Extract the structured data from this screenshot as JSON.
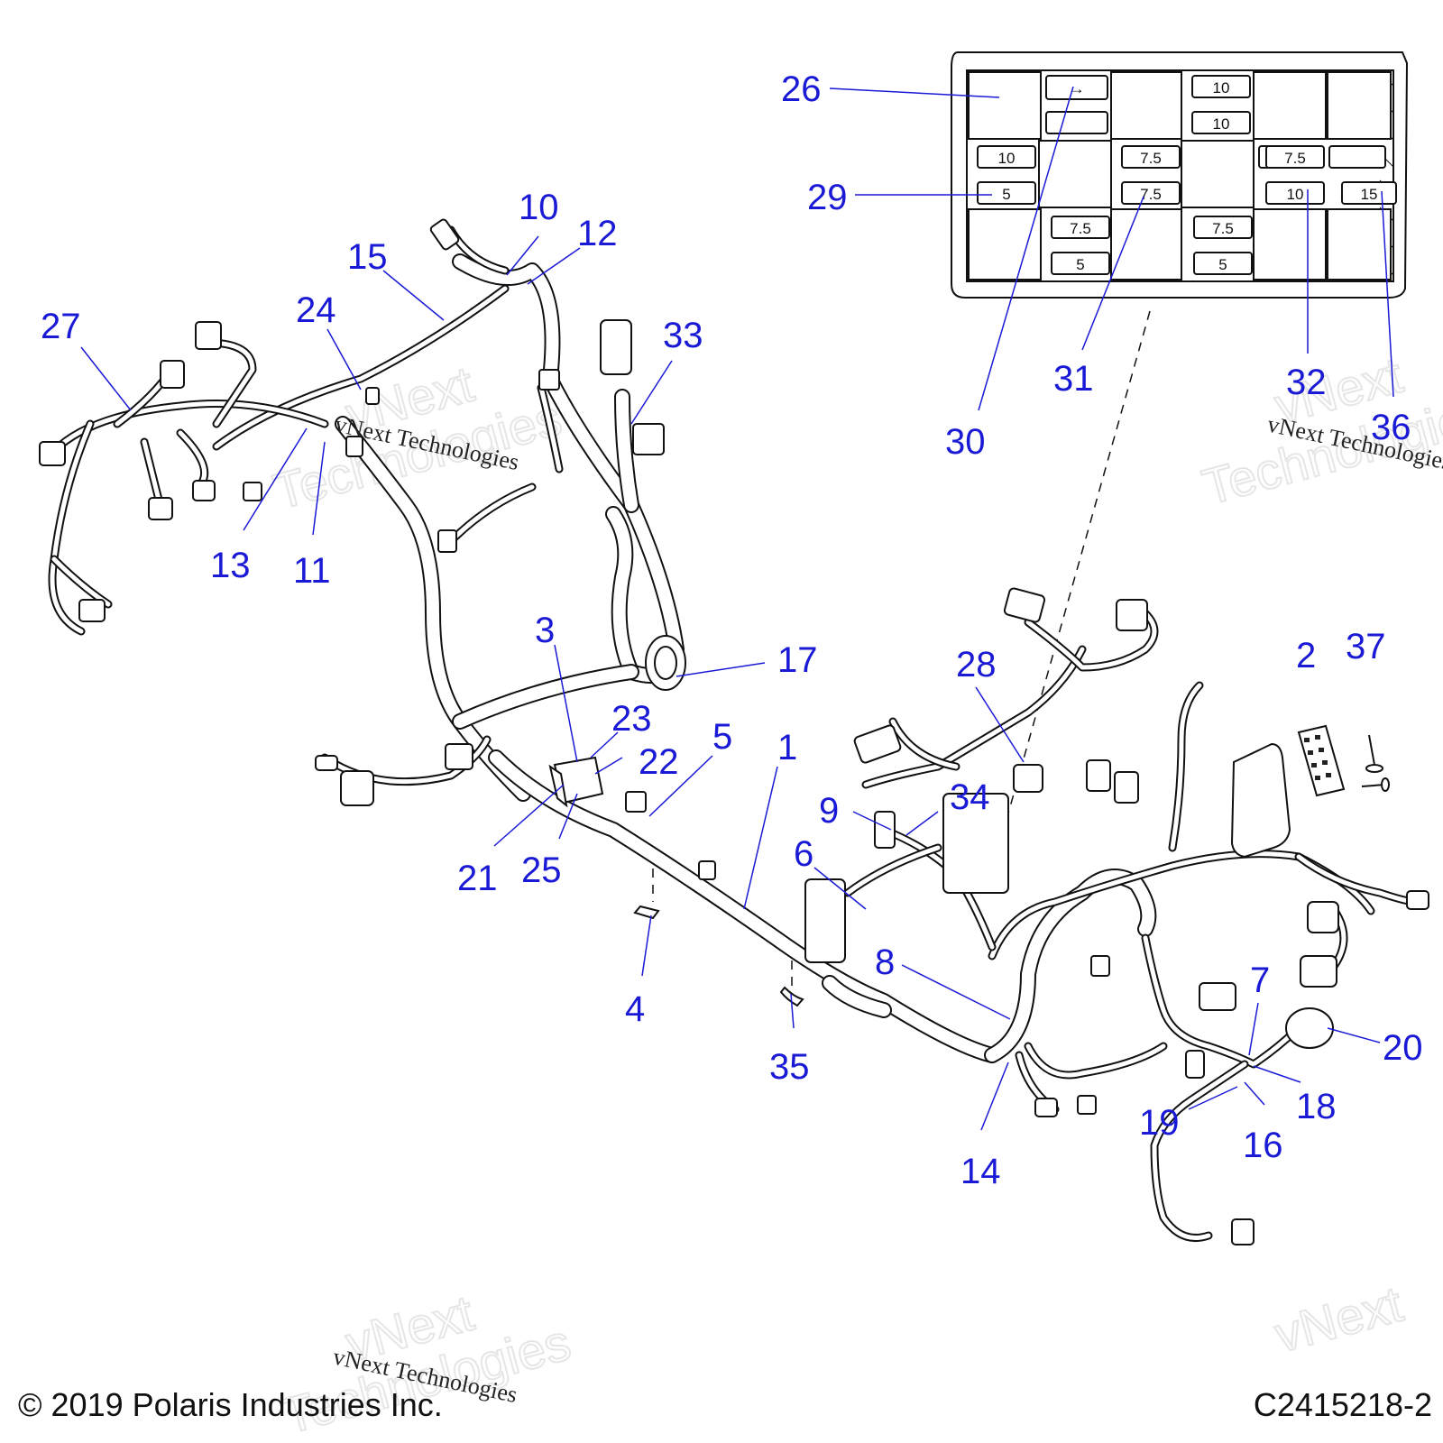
{
  "callouts": {
    "c1": "1",
    "c2": "2",
    "c3": "3",
    "c4": "4",
    "c5": "5",
    "c6": "6",
    "c7": "7",
    "c8": "8",
    "c9": "9",
    "c10": "10",
    "c11": "11",
    "c12": "12",
    "c13": "13",
    "c14": "14",
    "c15": "15",
    "c16": "16",
    "c17": "17",
    "c18": "18",
    "c19": "19",
    "c20": "20",
    "c21": "21",
    "c22": "22",
    "c23": "23",
    "c24": "24",
    "c25": "25",
    "c26": "26",
    "c27": "27",
    "c28": "28",
    "c29": "29",
    "c30": "30",
    "c31": "31",
    "c32": "32",
    "c33": "33",
    "c34": "34",
    "c35": "35",
    "c36": "36",
    "c37": "37"
  },
  "fuse_box": {
    "fuses": {
      "f1": "10",
      "f2": "10",
      "f3": "10",
      "f4": "5",
      "f5": "7.5",
      "f6": "7.5",
      "f7": "7.5",
      "f8": "10",
      "f9": "15",
      "f10": "7.5",
      "f11": "5",
      "f12": "7.5",
      "f13": "5"
    },
    "arrow_symbol": "→"
  },
  "watermarks": {
    "w1": "vNext Technologies",
    "w2": "vNext Technologies",
    "w3": "vNext Technologies"
  },
  "footer": {
    "copyright": "© 2019 Polaris Industries Inc.",
    "part_code": "C2415218-2"
  },
  "colors": {
    "callout": "#1a1ad6",
    "line": "#111111"
  }
}
